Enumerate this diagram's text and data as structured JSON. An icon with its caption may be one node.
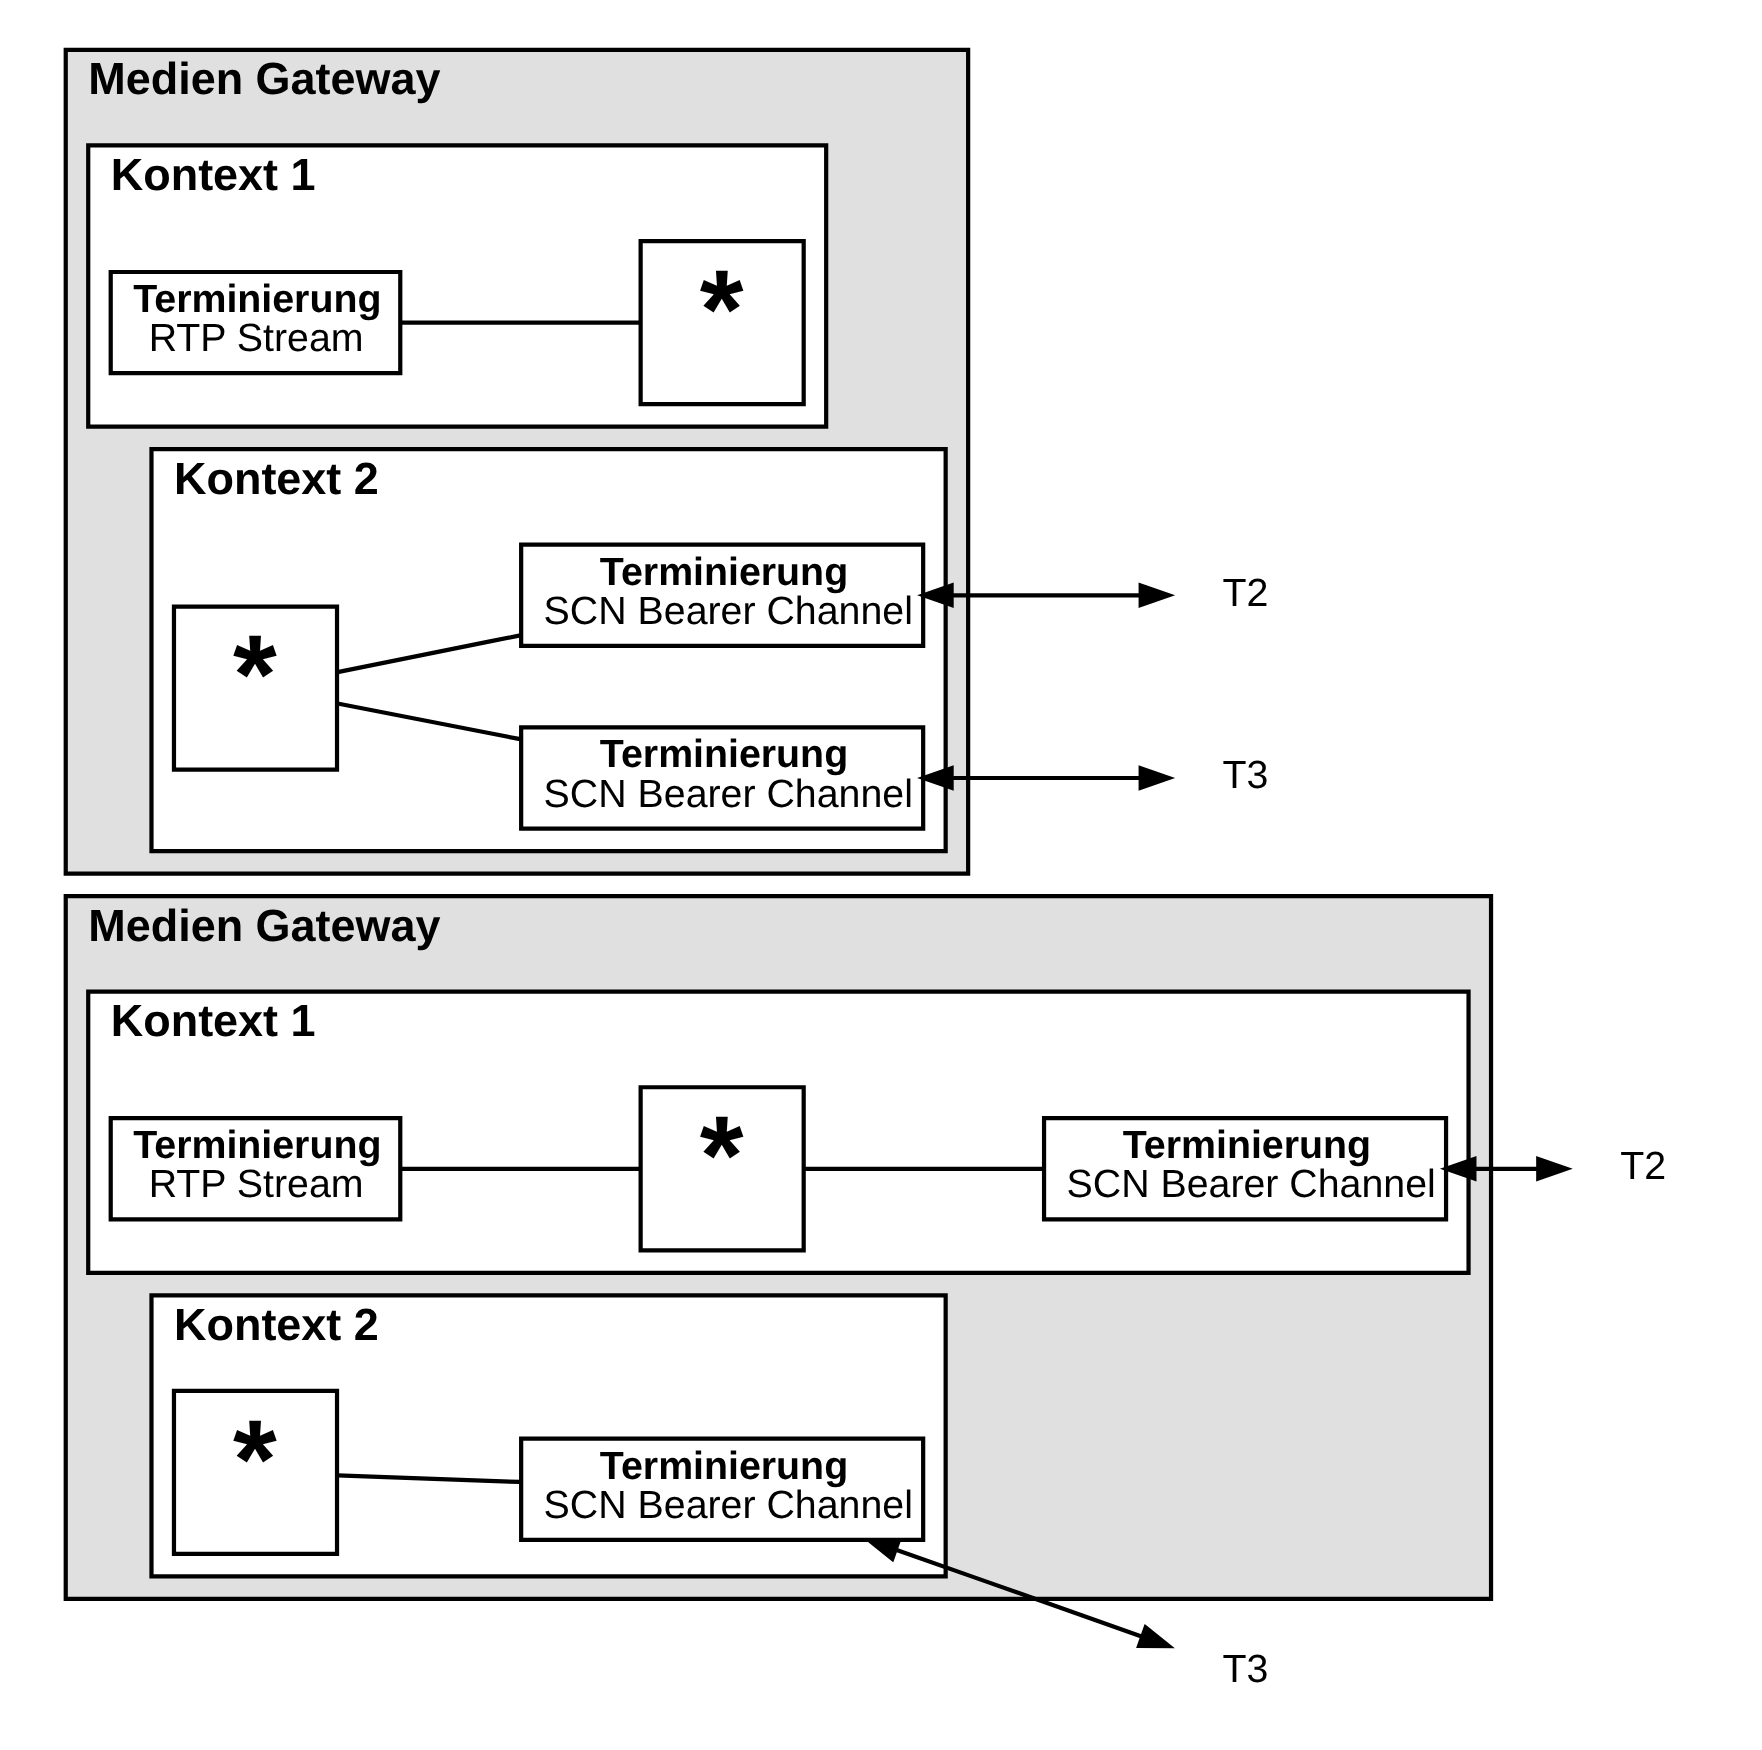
{
  "diagram": {
    "nodes": [
      {
        "text": [
          "Medien Gateway"
        ]
      },
      {
        "text": [
          "Kontext 1"
        ],
        "in": 0
      },
      {
        "text": [
          "Terminierung",
          "RTP Stream"
        ],
        "in": 1
      },
      {
        "text": [
          "*"
        ],
        "in": 1
      },
      {
        "text": [
          "Terminierung",
          "SCN Bearer Channel"
        ],
        "in": 1
      },
      {
        "text": [
          "T2"
        ]
      },
      {
        "text": [
          "Kontext 2"
        ],
        "in": 0
      },
      {
        "text": [
          "*"
        ],
        "in": 6
      },
      {
        "text": [
          "Terminierung",
          "SCN Bearer Channel"
        ],
        "in": 6
      },
      {
        "text": [
          "T3"
        ]
      },
      {
        "text": [
          "Medien Gateway"
        ]
      },
      {
        "text": [
          "Kontext 1"
        ],
        "in": 10
      },
      {
        "text": [
          "Terminierung",
          "RTP Stream"
        ],
        "in": 11
      },
      {
        "text": [
          "*"
        ],
        "in": 11
      },
      {
        "text": [
          "Kontext 2"
        ],
        "in": 10
      },
      {
        "text": [
          "Terminierung",
          "SCN Bearer Channel"
        ],
        "in": 14
      },
      {
        "text": [
          "T2"
        ]
      },
      {
        "text": [
          "*"
        ],
        "in": 14
      },
      {
        "text": [
          "Terminierung",
          "SCN Bearer Channel"
        ],
        "in": 14
      },
      {
        "text": [
          "T3"
        ]
      }
    ],
    "edges": [
      {
        "from": 2,
        "to": 3,
        "arrow": "none"
      },
      {
        "from": 3,
        "to": 4,
        "arrow": "none"
      },
      {
        "from": 4,
        "to": 5,
        "arrow": "both"
      },
      {
        "from": 7,
        "to": 8,
        "arrow": "none"
      },
      {
        "from": 8,
        "to": 9,
        "arrow": "both"
      },
      {
        "from": 12,
        "to": 13,
        "arrow": "none"
      },
      {
        "from": 15,
        "to": 16,
        "arrow": "both"
      },
      {
        "from": 17,
        "to": 15,
        "arrow": "none"
      },
      {
        "from": 17,
        "to": 18,
        "arrow": "none"
      },
      {
        "from": 18,
        "to": 19,
        "arrow": "both"
      }
    ]
  }
}
